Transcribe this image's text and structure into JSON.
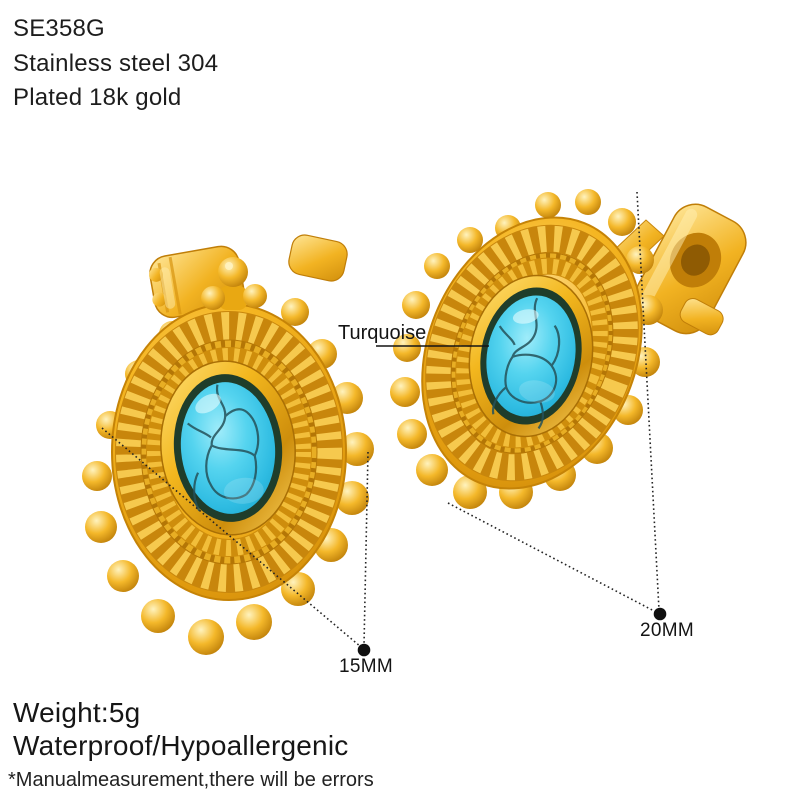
{
  "product": {
    "sku": "SE358G",
    "material": "Stainless steel 304",
    "plating": "Plated 18k gold",
    "weight": "Weight:5g",
    "features": "Waterproof/Hypoallergenic",
    "disclaimer": "*Manualmeasurement,there will be errors"
  },
  "annotations": {
    "stone": "Turquoise",
    "left_size": "15MM",
    "right_size": "20MM"
  },
  "items": {
    "left_earring": "gold oval stud earring with turquoise stone, beaded rim, 15MM",
    "right_earring": "gold oval stud earring with turquoise stone, beaded rim and butterfly back, 20MM"
  },
  "colors": {
    "gold": "#F2AE17",
    "gold_highlight": "#FFE79A",
    "gold_shadow": "#B97C06",
    "turquoise": "#3CC6E8",
    "stone_shadow_ring": "#1F3D2B",
    "text": "#1B1B1B",
    "background": "#FFFFFF"
  }
}
